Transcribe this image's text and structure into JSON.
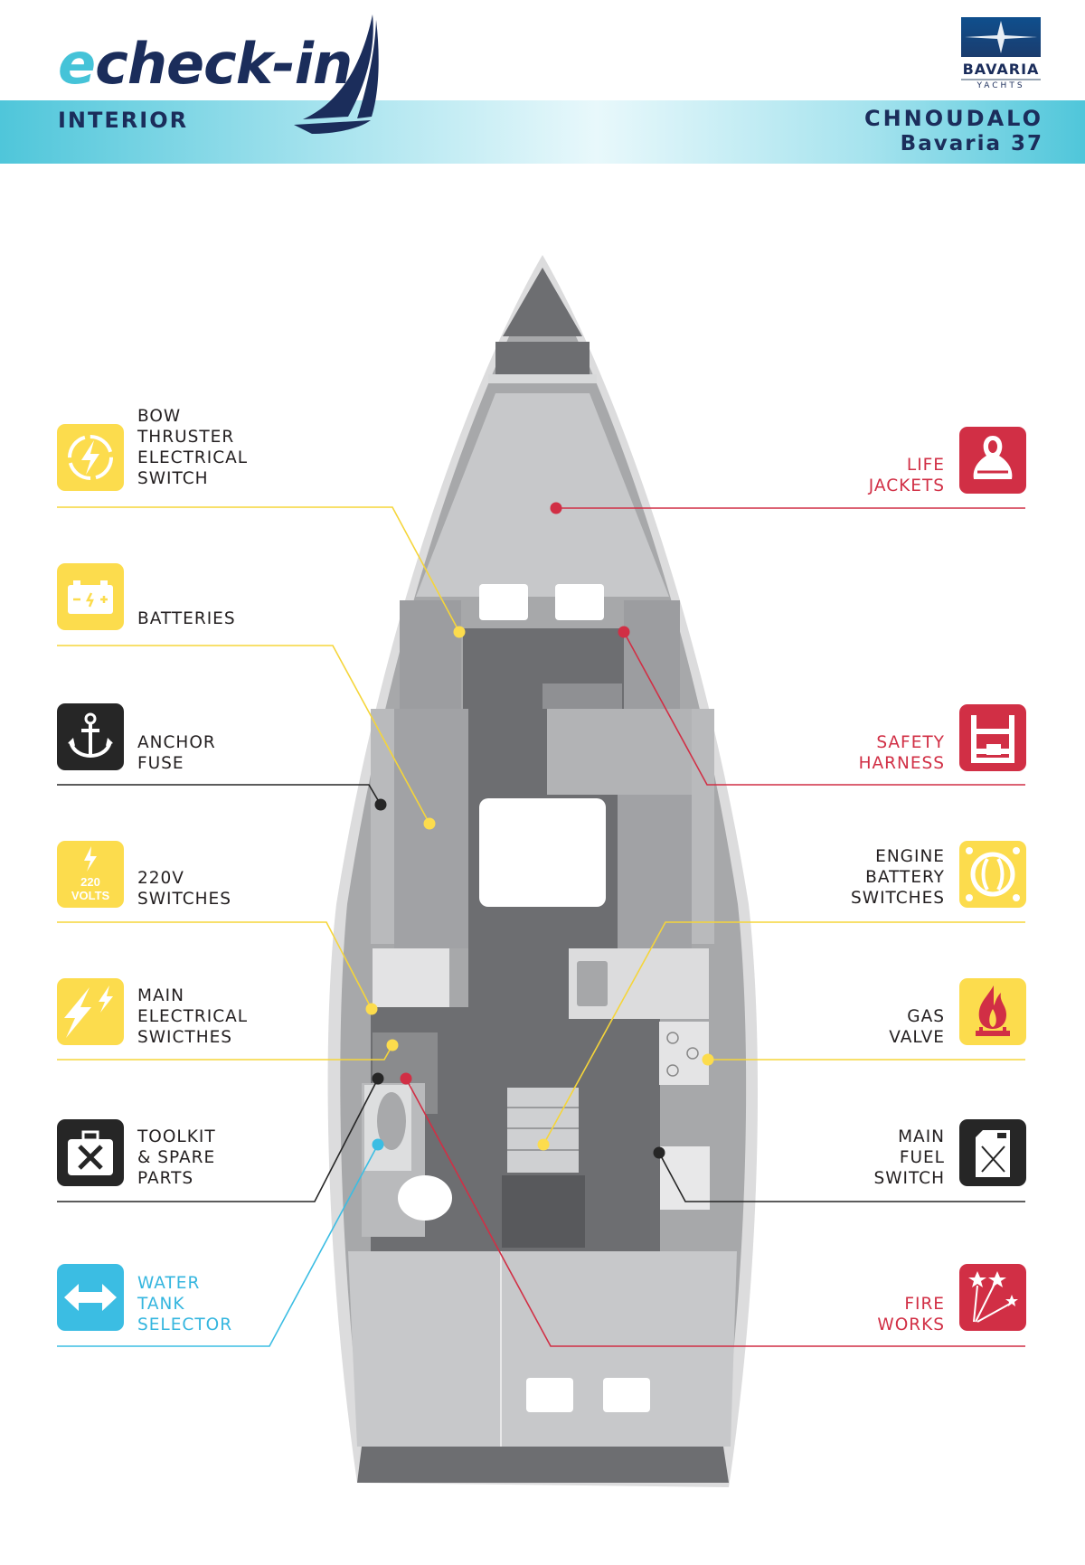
{
  "header": {
    "logo_prefix": "e",
    "logo_rest": "check-in",
    "section": "INTERIOR",
    "boat_name": "CHNOUDALO",
    "boat_model": "Bavaria 37",
    "brand": "BAVARIA",
    "brand_sub": "YACHTS"
  },
  "colors": {
    "yellow": "#fcdc4d",
    "red": "#d12f45",
    "black": "#262626",
    "blue": "#3bbde3",
    "navy": "#1b2d5b"
  },
  "left_items": [
    {
      "label": "BOW\nTHRUSTER\nELECTRICAL\nSWITCH",
      "icon": "bolt-circle-icon",
      "color": "yellow"
    },
    {
      "label": "BATTERIES",
      "icon": "battery-icon",
      "color": "yellow"
    },
    {
      "label": "ANCHOR\nFUSE",
      "icon": "anchor-icon",
      "color": "black"
    },
    {
      "label": "220V\nSWITCHES",
      "icon": "220-volts-icon",
      "color": "yellow",
      "icon_text": "220\nVOLTS"
    },
    {
      "label": "MAIN\nELECTRICAL\nSWICTHES",
      "icon": "double-bolt-icon",
      "color": "yellow"
    },
    {
      "label": "TOOLKIT\n& SPARE\nPARTS",
      "icon": "toolkit-icon",
      "color": "black"
    },
    {
      "label": "WATER\nTANK\nSELECTOR",
      "icon": "double-arrow-icon",
      "color": "blue"
    }
  ],
  "right_items": [
    {
      "label": "LIFE\nJACKETS",
      "icon": "life-jacket-icon",
      "color": "red"
    },
    {
      "label": "SAFETY\nHARNESS",
      "icon": "harness-icon",
      "color": "red"
    },
    {
      "label": "ENGINE\nBATTERY\nSWITCHES",
      "icon": "battery-switch-icon",
      "color": "yellow"
    },
    {
      "label": "GAS\nVALVE",
      "icon": "gas-flame-icon",
      "color": "yellow"
    },
    {
      "label": "MAIN\nFUEL\nSWITCH",
      "icon": "fuel-can-icon",
      "color": "black"
    },
    {
      "label": "FIRE\nWORKS",
      "icon": "fireworks-icon",
      "color": "red"
    }
  ]
}
